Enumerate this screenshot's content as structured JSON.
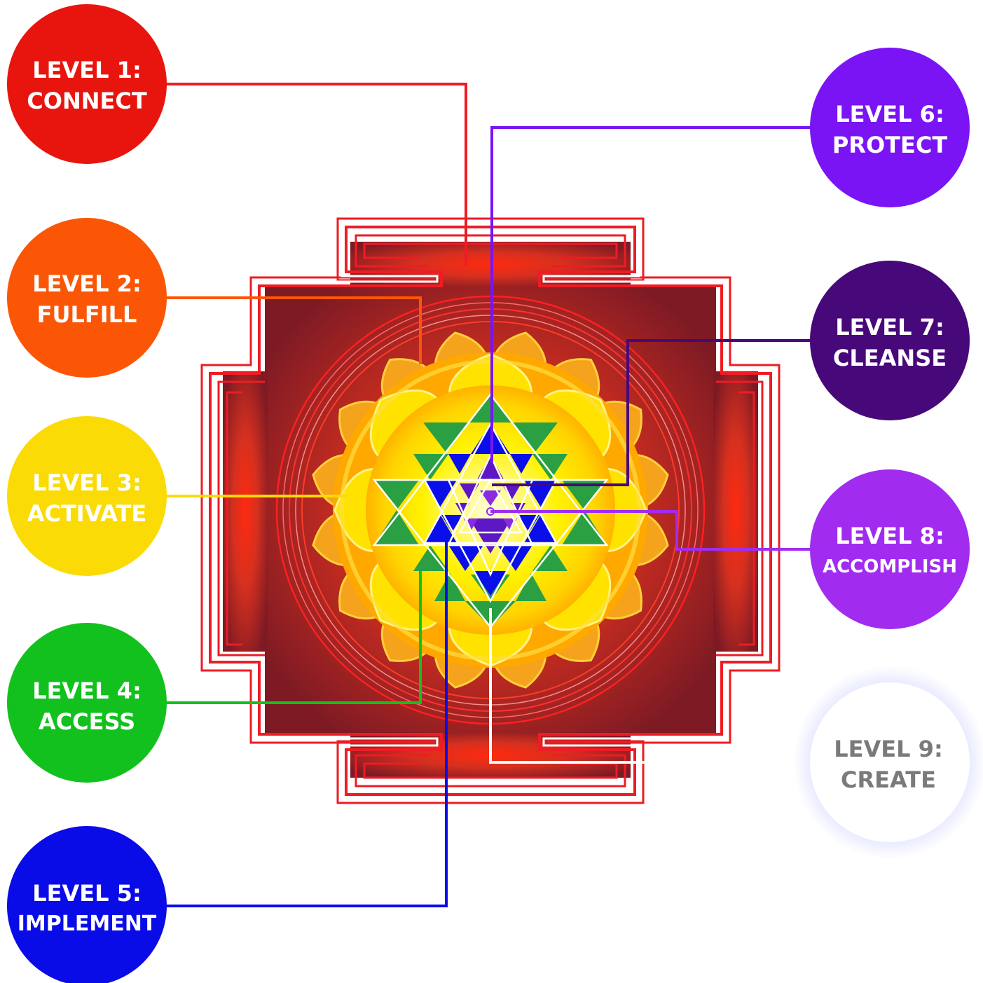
{
  "levels": [
    {
      "line1": "LEVEL 1:",
      "line2": "CONNECT",
      "color": "#e8150e",
      "text_color": "#ffffff"
    },
    {
      "line1": "LEVEL 2:",
      "line2": "FULFILL",
      "color": "#fb5606",
      "text_color": "#ffffff"
    },
    {
      "line1": "LEVEL 3:",
      "line2": "ACTIVATE",
      "color": "#fbdb05",
      "text_color": "#ffffff"
    },
    {
      "line1": "LEVEL 4:",
      "line2": "ACCESS",
      "color": "#12c11d",
      "text_color": "#ffffff"
    },
    {
      "line1": "LEVEL 5:",
      "line2": "IMPLEMENT",
      "color": "#0a0ce8",
      "text_color": "#ffffff"
    },
    {
      "line1": "LEVEL 6:",
      "line2": "PROTECT",
      "color": "#7a14f5",
      "text_color": "#ffffff"
    },
    {
      "line1": "LEVEL 7:",
      "line2": "CLEANSE",
      "color": "#47087a",
      "text_color": "#ffffff"
    },
    {
      "line1": "LEVEL 8:",
      "line2": "ACCOMPLISH",
      "color": "#a12cf0",
      "text_color": "#ffffff"
    },
    {
      "line1": "LEVEL 9:",
      "line2": "CREATE",
      "color": "#ffffff",
      "text_color": "#7a7a7a"
    }
  ],
  "colors": {
    "frame_red": "#ee1c24",
    "square_inner": "#d5301f",
    "square_outer": "#7e1a24",
    "petal_outer": "#f5a21c",
    "petal_inner": "#ffe000",
    "star_green": "#2aa043",
    "star_blue": "#0a0ee8",
    "star_purple": "#5d17c4"
  }
}
